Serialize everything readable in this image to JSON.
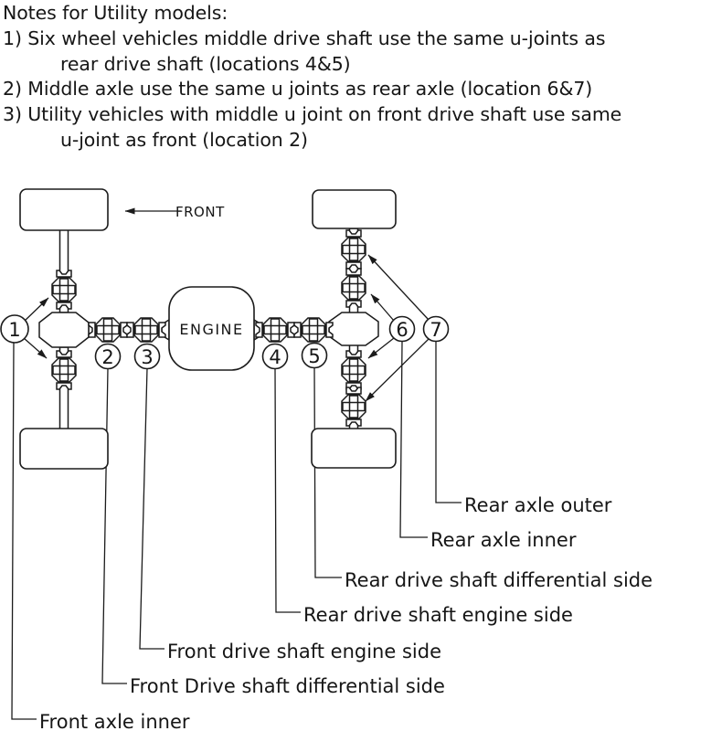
{
  "notes": {
    "title": "Notes for Utility models:",
    "lines": [
      "1) Six wheel vehicles middle drive shaft use the same u-joints as",
      "rear drive shaft (locations 4&5)",
      "2) Middle axle use the same u joints as rear axle (location 6&7)",
      "3) Utility vehicles with middle u joint on front drive shaft use same",
      "u-joint as front (location 2)"
    ]
  },
  "diagram": {
    "front_label": "FRONT",
    "engine_label": "ENGINE",
    "ink_color": "#1b1b1b",
    "callouts": [
      {
        "number": "1",
        "label": "Front axle inner"
      },
      {
        "number": "2",
        "label": "Front Drive shaft differential side"
      },
      {
        "number": "3",
        "label": "Front drive shaft engine side"
      },
      {
        "number": "4",
        "label": "Rear drive shaft engine side"
      },
      {
        "number": "5",
        "label": "Rear drive shaft differential side"
      },
      {
        "number": "6",
        "label": "Rear axle inner"
      },
      {
        "number": "7",
        "label": "Rear axle outer"
      }
    ]
  }
}
